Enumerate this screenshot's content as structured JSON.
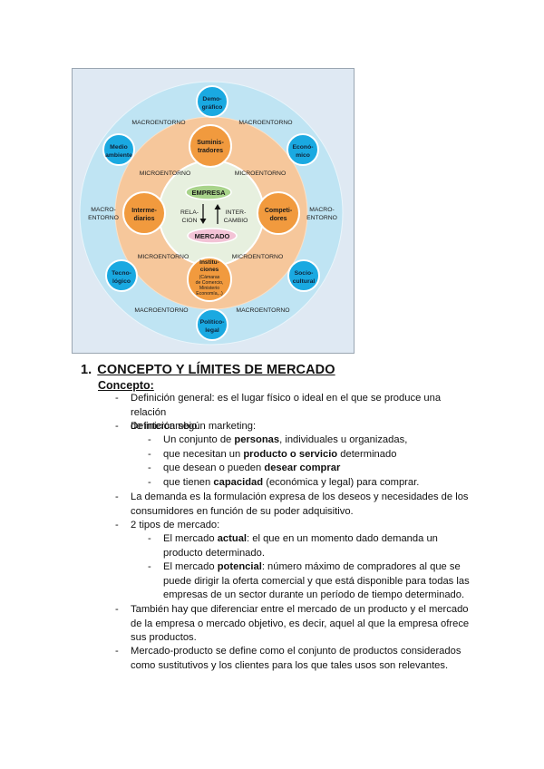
{
  "diagram": {
    "empresa": "EMPRESA",
    "mercado": "MERCADO",
    "relacion": [
      "RELA-",
      "CION"
    ],
    "intercambio": [
      "INTER-",
      "CAMBIO"
    ],
    "suministradores": [
      "Suminis-",
      "tradores"
    ],
    "intermediarios": [
      "Interme-",
      "diarios"
    ],
    "competidores": [
      "Competi-",
      "dores"
    ],
    "instituciones": [
      "Institu-",
      "ciones",
      "(Cámaras",
      "de Comercio,",
      "Ministerio",
      "Economía,..)"
    ],
    "demografico": [
      "Demo-",
      "gráfico"
    ],
    "economico": [
      "Econó-",
      "mico"
    ],
    "medio_ambiente": [
      "Medio",
      "ambiente"
    ],
    "tecnologico": [
      "Tecno-",
      "lógico"
    ],
    "sociocultural": [
      "Socio-",
      "cultural"
    ],
    "politico_legal": [
      "Político-",
      "legal"
    ],
    "macro_label": "MACROENTORNO",
    "macro_split": [
      "MACRO-",
      "ENTORNO"
    ],
    "micro_label": "MICROENTORNO",
    "colors": {
      "background": "#dfe9f3",
      "macro_ring": "#bfe4f3",
      "micro_ring": "#f6c79b",
      "inner_circle": "#e7f0df",
      "node_blue": "#1aa9e1",
      "node_orange": "#f19a3e",
      "empresa_fill": "#a8d38a",
      "mercado_fill": "#f3c3d6"
    }
  },
  "section": {
    "number": "1.",
    "title": "CONCEPTO Y LÍMITES DE MERCADO",
    "subtitle": "Concepto:"
  },
  "bullets": {
    "dash": "-",
    "b1": [
      "Definición general: es el lugar físico o ideal en el que se produce una relación",
      "de intercambio."
    ],
    "b2": "Definición según marketing:",
    "b2a": [
      "Un conjunto de ",
      "personas",
      ", individuales u organizadas,"
    ],
    "b2b": [
      "que necesitan un ",
      "producto o servicio",
      " determinado"
    ],
    "b2c": [
      "que desean o pueden ",
      "desear comprar"
    ],
    "b2d": [
      "que tienen ",
      "capacidad",
      " (económica y legal) para comprar."
    ],
    "b3": [
      "La demanda es la formulación expresa de los deseos y necesidades de los",
      "consumidores en función de su poder adquisitivo."
    ],
    "b4": "2 tipos de mercado:",
    "b4a": [
      "El mercado ",
      "actual",
      ": el que en un momento dado demanda un",
      "producto determinado."
    ],
    "b4b": [
      "El mercado ",
      "potencial",
      ": número máximo de compradores al que se",
      "puede dirigir la oferta comercial y que está disponible para todas las",
      "empresas de un sector durante un período de tiempo determinado."
    ],
    "b5": [
      "También hay que diferenciar entre el mercado de un producto y el mercado",
      "de la empresa o mercado objetivo, es decir, aquel al que la empresa ofrece",
      "sus productos."
    ],
    "b6": [
      "Mercado-producto se define como el conjunto de productos considerados",
      "como sustitutivos y los clientes para los que tales usos son relevantes."
    ]
  }
}
